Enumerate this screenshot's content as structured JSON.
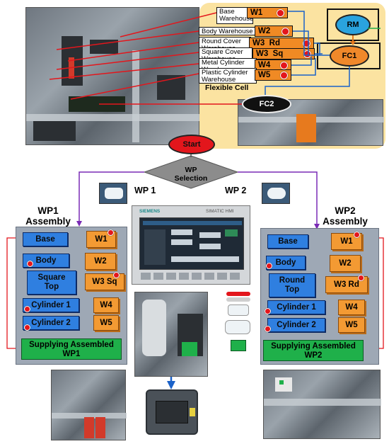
{
  "cell": {
    "warehouses": [
      {
        "name": "Base\nWarehouse",
        "tag": "W1"
      },
      {
        "name": "Body Warehouse",
        "tag": "W2"
      },
      {
        "name": "Round Cover\nWarehouse",
        "tag": "W3  Rd"
      },
      {
        "name": "Square Cover\nWarehouse",
        "tag": "W3  Sq"
      },
      {
        "name": "Metal Cylinder\nWarehouse",
        "tag": "W4"
      },
      {
        "name": "Plastic Cylinder\nWarehouse",
        "tag": "W5"
      }
    ],
    "rm": "RM",
    "fc1": "FC1",
    "fc2": "FC2",
    "flexible_cell": "Flexible Cell"
  },
  "flow": {
    "start": "Start",
    "selection": "WP\nSelection",
    "wp1": "WP 1",
    "wp2": "WP 2"
  },
  "wp1": {
    "title": "WP1\nAssembly",
    "rows": [
      {
        "part": "Base",
        "tag": "W1"
      },
      {
        "part": "Body",
        "tag": "W2"
      },
      {
        "part": "Square\nTop",
        "tag": "W3 Sq"
      },
      {
        "part": "Cylinder 1",
        "tag": "W4"
      },
      {
        "part": "Cylinder 2",
        "tag": "W5"
      }
    ],
    "supply": "Supplying Assembled\nWP1"
  },
  "wp2": {
    "title": "WP2\nAssembly",
    "rows": [
      {
        "part": "Base",
        "tag": "W1"
      },
      {
        "part": "Body",
        "tag": "W2"
      },
      {
        "part": "Round\nTop",
        "tag": "W3 Rd"
      },
      {
        "part": "Cylinder 1",
        "tag": "W4"
      },
      {
        "part": "Cylinder 2",
        "tag": "W5"
      }
    ],
    "supply": "Supplying Assembled\nWP2"
  },
  "hmi": {
    "brand": "SIEMENS",
    "model": "SIMATIC HMI"
  },
  "colors": {
    "cell": "#fbe3a1",
    "orange": "#f08a24",
    "blue": "#2f7fe0",
    "green": "#1fb04a",
    "start": "#e3161c",
    "selection": "#8c8c8c"
  }
}
